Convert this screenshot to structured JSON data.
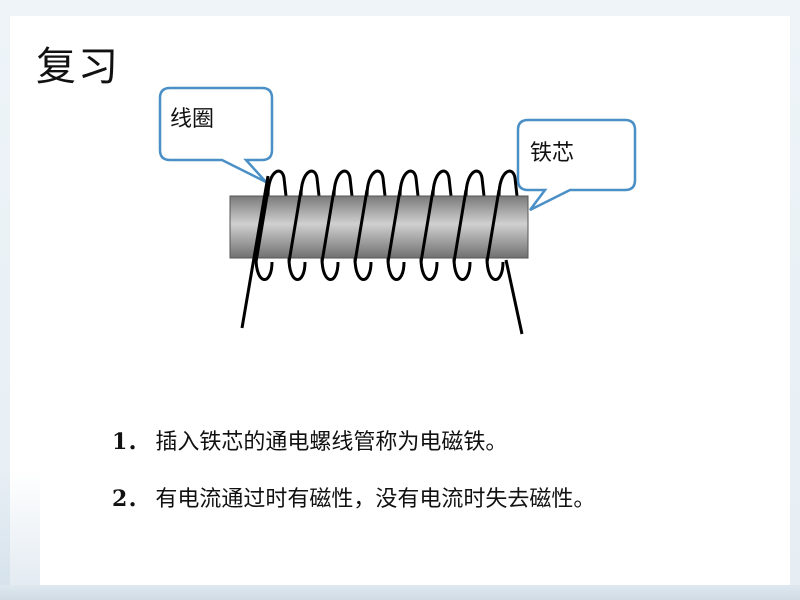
{
  "slide": {
    "title": "复习"
  },
  "diagram": {
    "coil_label": "线圈",
    "core_label": "铁芯",
    "colors": {
      "callout_border": "#4a8fc6",
      "core_dark": "#6e6e6e",
      "core_light": "#c8c8c8",
      "wire": "#000000"
    },
    "coil_turns": 8
  },
  "points": [
    {
      "number": "1．",
      "text": "插入铁芯的通电螺线管称为电磁铁。"
    },
    {
      "number": "2．",
      "text": "有电流通过时有磁性，没有电流时失去磁性。"
    }
  ]
}
